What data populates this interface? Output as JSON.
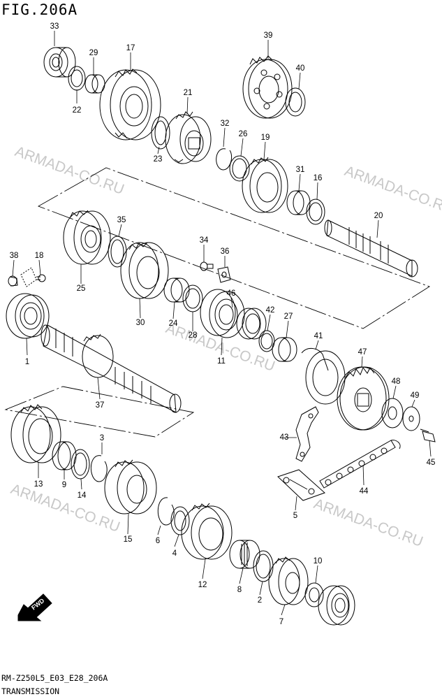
{
  "figure": {
    "title": "FIG.206A",
    "code": "RM-Z250L5_E03_E28_206A",
    "name": "TRANSMISSION",
    "watermark": "ARMADA-CO.RU",
    "fwd_label": "FWD"
  },
  "parts": [
    {
      "id": "33",
      "type": "bearing"
    },
    {
      "id": "29",
      "type": "bushing"
    },
    {
      "id": "17",
      "type": "gear"
    },
    {
      "id": "22",
      "type": "washer"
    },
    {
      "id": "39",
      "type": "gear"
    },
    {
      "id": "40",
      "type": "washer"
    },
    {
      "id": "21",
      "type": "gear"
    },
    {
      "id": "23",
      "type": "washer"
    },
    {
      "id": "32",
      "type": "circlip"
    },
    {
      "id": "26",
      "type": "washer"
    },
    {
      "id": "19",
      "type": "gear"
    },
    {
      "id": "31",
      "type": "bushing"
    },
    {
      "id": "16",
      "type": "shaft"
    },
    {
      "id": "20",
      "type": "gear"
    },
    {
      "id": "25",
      "type": "washer"
    },
    {
      "id": "35",
      "type": "screw"
    },
    {
      "id": "34",
      "type": "plate"
    },
    {
      "id": "36",
      "type": "clip"
    },
    {
      "id": "38",
      "type": "bolt"
    },
    {
      "id": "18",
      "type": "gear"
    },
    {
      "id": "30",
      "type": "bushing"
    },
    {
      "id": "24",
      "type": "washer"
    },
    {
      "id": "28",
      "type": "seal"
    },
    {
      "id": "46",
      "type": "o-ring"
    },
    {
      "id": "42",
      "type": "spacer"
    },
    {
      "id": "27",
      "type": "bearing"
    },
    {
      "id": "11",
      "type": "bearing"
    },
    {
      "id": "1",
      "type": "shaft"
    },
    {
      "id": "37",
      "type": "guide"
    },
    {
      "id": "41",
      "type": "sprocket"
    },
    {
      "id": "47",
      "type": "washer"
    },
    {
      "id": "48",
      "type": "washer"
    },
    {
      "id": "49",
      "type": "bolt"
    },
    {
      "id": "45",
      "type": "bracket"
    },
    {
      "id": "43",
      "type": "chain"
    },
    {
      "id": "44",
      "type": "joint"
    },
    {
      "id": "5",
      "type": "gear"
    },
    {
      "id": "13",
      "type": "bushing"
    },
    {
      "id": "9",
      "type": "washer"
    },
    {
      "id": "14",
      "type": "circlip"
    },
    {
      "id": "3",
      "type": "gear"
    },
    {
      "id": "15",
      "type": "circlip"
    },
    {
      "id": "6",
      "type": "washer"
    },
    {
      "id": "4",
      "type": "gear"
    },
    {
      "id": "12",
      "type": "needle-bearing"
    },
    {
      "id": "8",
      "type": "washer"
    },
    {
      "id": "2",
      "type": "gear"
    },
    {
      "id": "7",
      "type": "washer"
    },
    {
      "id": "10",
      "type": "bearing"
    }
  ]
}
